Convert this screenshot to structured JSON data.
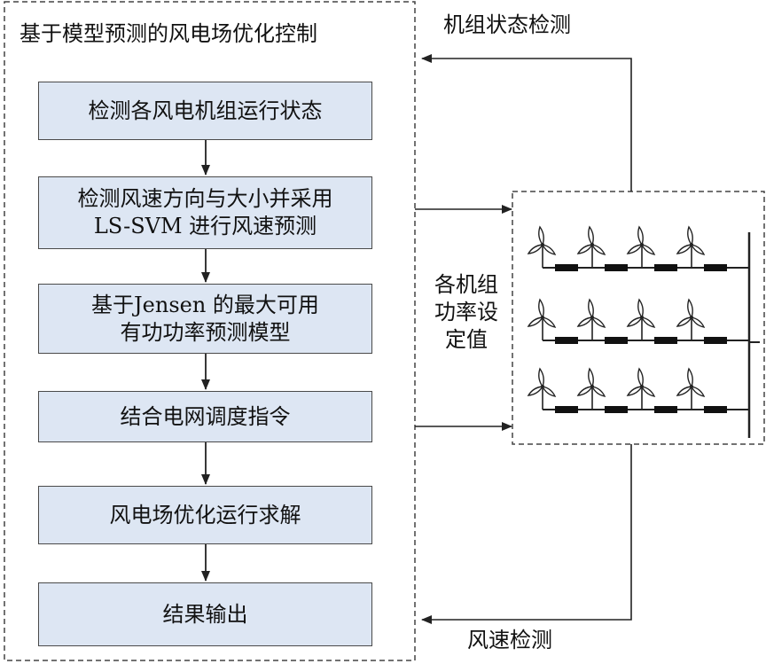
{
  "title": "基于模型预测的风电场优化控制",
  "top_label": "机组状态检测",
  "bottom_label": "风速检测",
  "side_label": [
    "各机组",
    "功率设",
    "定值"
  ],
  "steps": [
    {
      "lines": [
        "检测各风电机组运行状态"
      ]
    },
    {
      "lines": [
        "检测风速方向与大小并采用",
        "LS-SVM 进行风速预测"
      ]
    },
    {
      "lines": [
        "基于Jensen 的最大可用",
        "有功功率预测模型"
      ]
    },
    {
      "lines": [
        "结合电网调度指令"
      ]
    },
    {
      "lines": [
        "风电场优化运行求解"
      ]
    },
    {
      "lines": [
        "结果输出"
      ]
    }
  ],
  "wind_farm": {
    "rows": 3,
    "turbines_per_row": 4
  }
}
